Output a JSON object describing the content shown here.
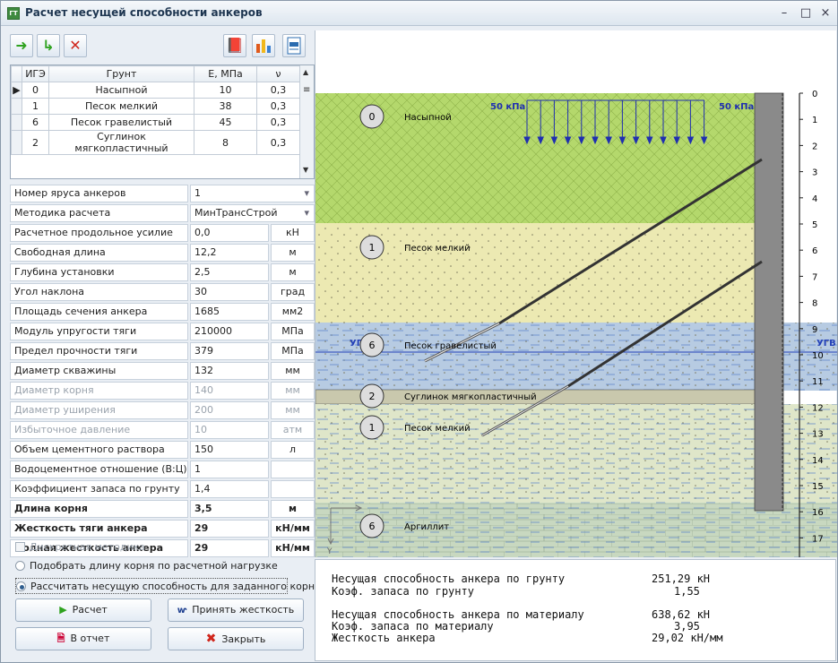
{
  "window": {
    "title": "Расчет несущей способности анкеров",
    "app_icon_text": "ГТ",
    "colors": {
      "accent": "#2e5d8f"
    }
  },
  "toolbar": {
    "icons": [
      "arrow-right-icon",
      "arrow-down-right-icon",
      "delete-icon",
      "book-icon",
      "bar-chart-icon",
      "report-icon"
    ]
  },
  "soil_table": {
    "headers": [
      "ИГЭ",
      "Грунт",
      "E, МПа",
      "ν"
    ],
    "rows": [
      {
        "ige": "0",
        "soil": "Насыпной",
        "e": "10",
        "nu": "0,3"
      },
      {
        "ige": "1",
        "soil": "Песок мелкий",
        "e": "38",
        "nu": "0,3"
      },
      {
        "ige": "6",
        "soil": "Песок гравелистый",
        "e": "45",
        "nu": "0,3"
      },
      {
        "ige": "2",
        "soil": "Суглинок мягкопластичный",
        "e": "8",
        "nu": "0,3"
      }
    ]
  },
  "params": [
    {
      "label": "Номер яруса анкеров",
      "value": "1",
      "unit": "",
      "dropdown": true
    },
    {
      "label": "Методика расчета",
      "value": "МинТрансСтрой",
      "unit": "",
      "dropdown": true
    },
    {
      "label": "Расчетное продольное усилие",
      "value": "0,0",
      "unit": "кН"
    },
    {
      "label": "Свободная длина",
      "value": "12,2",
      "unit": "м"
    },
    {
      "label": "Глубина установки",
      "value": "2,5",
      "unit": "м"
    },
    {
      "label": "Угол наклона",
      "value": "30",
      "unit": "град"
    },
    {
      "label": "Площадь сечения анкера",
      "value": "1685",
      "unit": "мм2"
    },
    {
      "label": "Модуль упругости тяги",
      "value": "210000",
      "unit": "МПа"
    },
    {
      "label": "Предел прочности тяги",
      "value": "379",
      "unit": "МПа"
    },
    {
      "label": "Диаметр скважины",
      "value": "132",
      "unit": "мм"
    },
    {
      "label": "Диаметр корня",
      "value": "140",
      "unit": "мм",
      "disabled": true
    },
    {
      "label": "Диаметр уширения",
      "value": "200",
      "unit": "мм",
      "disabled": true
    },
    {
      "label": "Избыточное давление",
      "value": "10",
      "unit": "атм",
      "disabled": true
    },
    {
      "label": "Объем цементного раствора",
      "value": "150",
      "unit": "л"
    },
    {
      "label": "Водоцементное отношение (В:Ц)",
      "value": "1",
      "unit": ""
    },
    {
      "label": "Коэффициент запаса по грунту",
      "value": "1,4",
      "unit": ""
    },
    {
      "label": "Длина корня",
      "value": "3,5",
      "unit": "м",
      "bold": true
    },
    {
      "label": "Жесткость тяги анкера",
      "value": "29",
      "unit": "кН/мм",
      "bold": true
    },
    {
      "label": "Полная жесткость анкера",
      "value": "29",
      "unit": "кН/мм",
      "bold": true
    }
  ],
  "options": {
    "discrete": "Дискретная методика",
    "radio1": "Подобрать длину корня по расчетной нагрузке",
    "radio2": "Рассчитать несущую способность для заданного корня"
  },
  "buttons": {
    "calc": "Расчет",
    "accept": "Принять жесткость",
    "report": "В отчет",
    "close": "Закрыть"
  },
  "drawing": {
    "load_left": "50 кПа",
    "load_right": "50 кПа",
    "water_label": "УГВ",
    "layers": [
      {
        "num": "0",
        "name": "Насыпной",
        "color": "#b4d86c"
      },
      {
        "num": "1",
        "name": "Песок мелкий",
        "color": "#ece9b2"
      },
      {
        "num": "6",
        "name": "Песок гравелистый",
        "color": "#b7cbe2"
      },
      {
        "num": "2",
        "name": "Суглинок мягкопластичный",
        "color": "#c9c8ad"
      },
      {
        "num": "1",
        "name": "Песок мелкий",
        "color": "#dfe6c9"
      },
      {
        "num": "6",
        "name": "Аргиллит",
        "color": "#c8d8c0"
      }
    ],
    "scale": [
      "0",
      "1",
      "2",
      "3",
      "4",
      "5",
      "6",
      "7",
      "8",
      "9",
      "10",
      "11",
      "12",
      "13",
      "14",
      "15",
      "16",
      "17"
    ],
    "axis_y": "Y"
  },
  "results": [
    {
      "label": "Несущая способность анкера по грунту",
      "value": "251,29 кН"
    },
    {
      "label": "Коэф. запаса по грунту",
      "value": "1,55"
    },
    {
      "label": "Несущая способность анкера по материалу",
      "value": "638,62 кН"
    },
    {
      "label": "Коэф. запаса по материалу",
      "value": "3,95"
    },
    {
      "label": "Жесткость анкера",
      "value": "29,02 кН/мм"
    }
  ]
}
